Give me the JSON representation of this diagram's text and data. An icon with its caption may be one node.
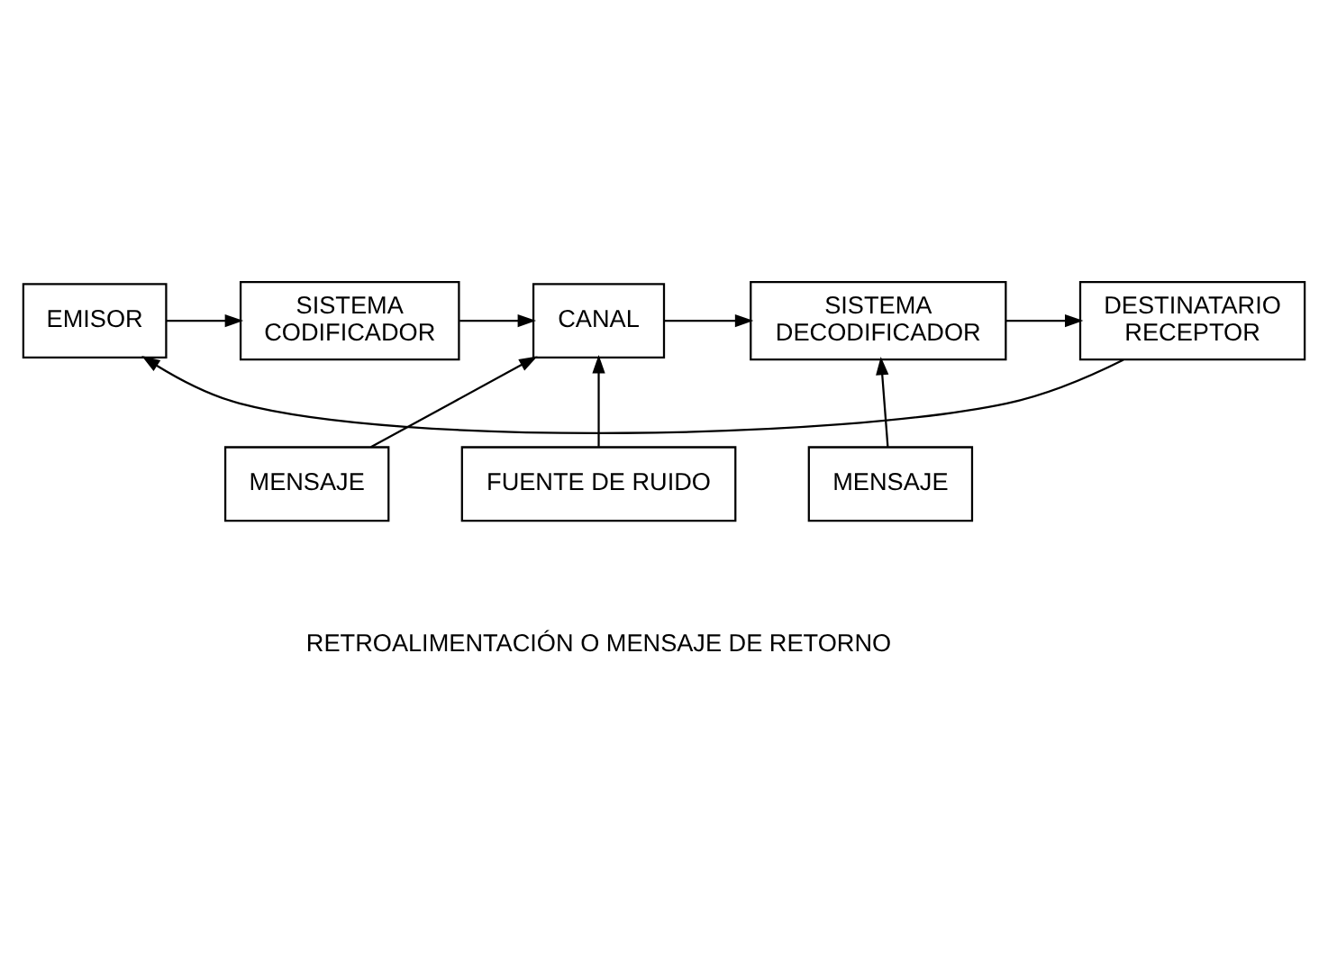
{
  "diagram": {
    "nodes": [
      {
        "text": [
          "EMISOR"
        ]
      },
      {
        "text": [
          "SISTEMA",
          "CODIFICADOR"
        ]
      },
      {
        "text": [
          "CANAL"
        ]
      },
      {
        "text": [
          "SISTEMA",
          "DECODIFICADOR"
        ]
      },
      {
        "text": [
          "DESTINATARIO",
          "RECEPTOR"
        ]
      },
      {
        "text": [
          "MENSAJE"
        ]
      },
      {
        "text": [
          "MENSAJE"
        ]
      },
      {
        "text": [
          "FUENTE DE RUIDO"
        ]
      }
    ],
    "edges": [
      {
        "from": 0,
        "to": 1,
        "arrow": "to"
      },
      {
        "from": 1,
        "to": 2,
        "arrow": "to"
      },
      {
        "from": 5,
        "to": 2,
        "arrow": "to"
      },
      {
        "from": 2,
        "to": 3,
        "arrow": "to"
      },
      {
        "from": 6,
        "to": 3,
        "arrow": "to"
      },
      {
        "from": 3,
        "to": 4,
        "arrow": "to"
      },
      {
        "from": 7,
        "to": 2,
        "arrow": "to"
      },
      {
        "from": 4,
        "to": 0,
        "arrow": "to"
      }
    ],
    "labels": [
      "RETROALIMENTACIÓN O MENSAJE DE RETORNO"
    ]
  }
}
